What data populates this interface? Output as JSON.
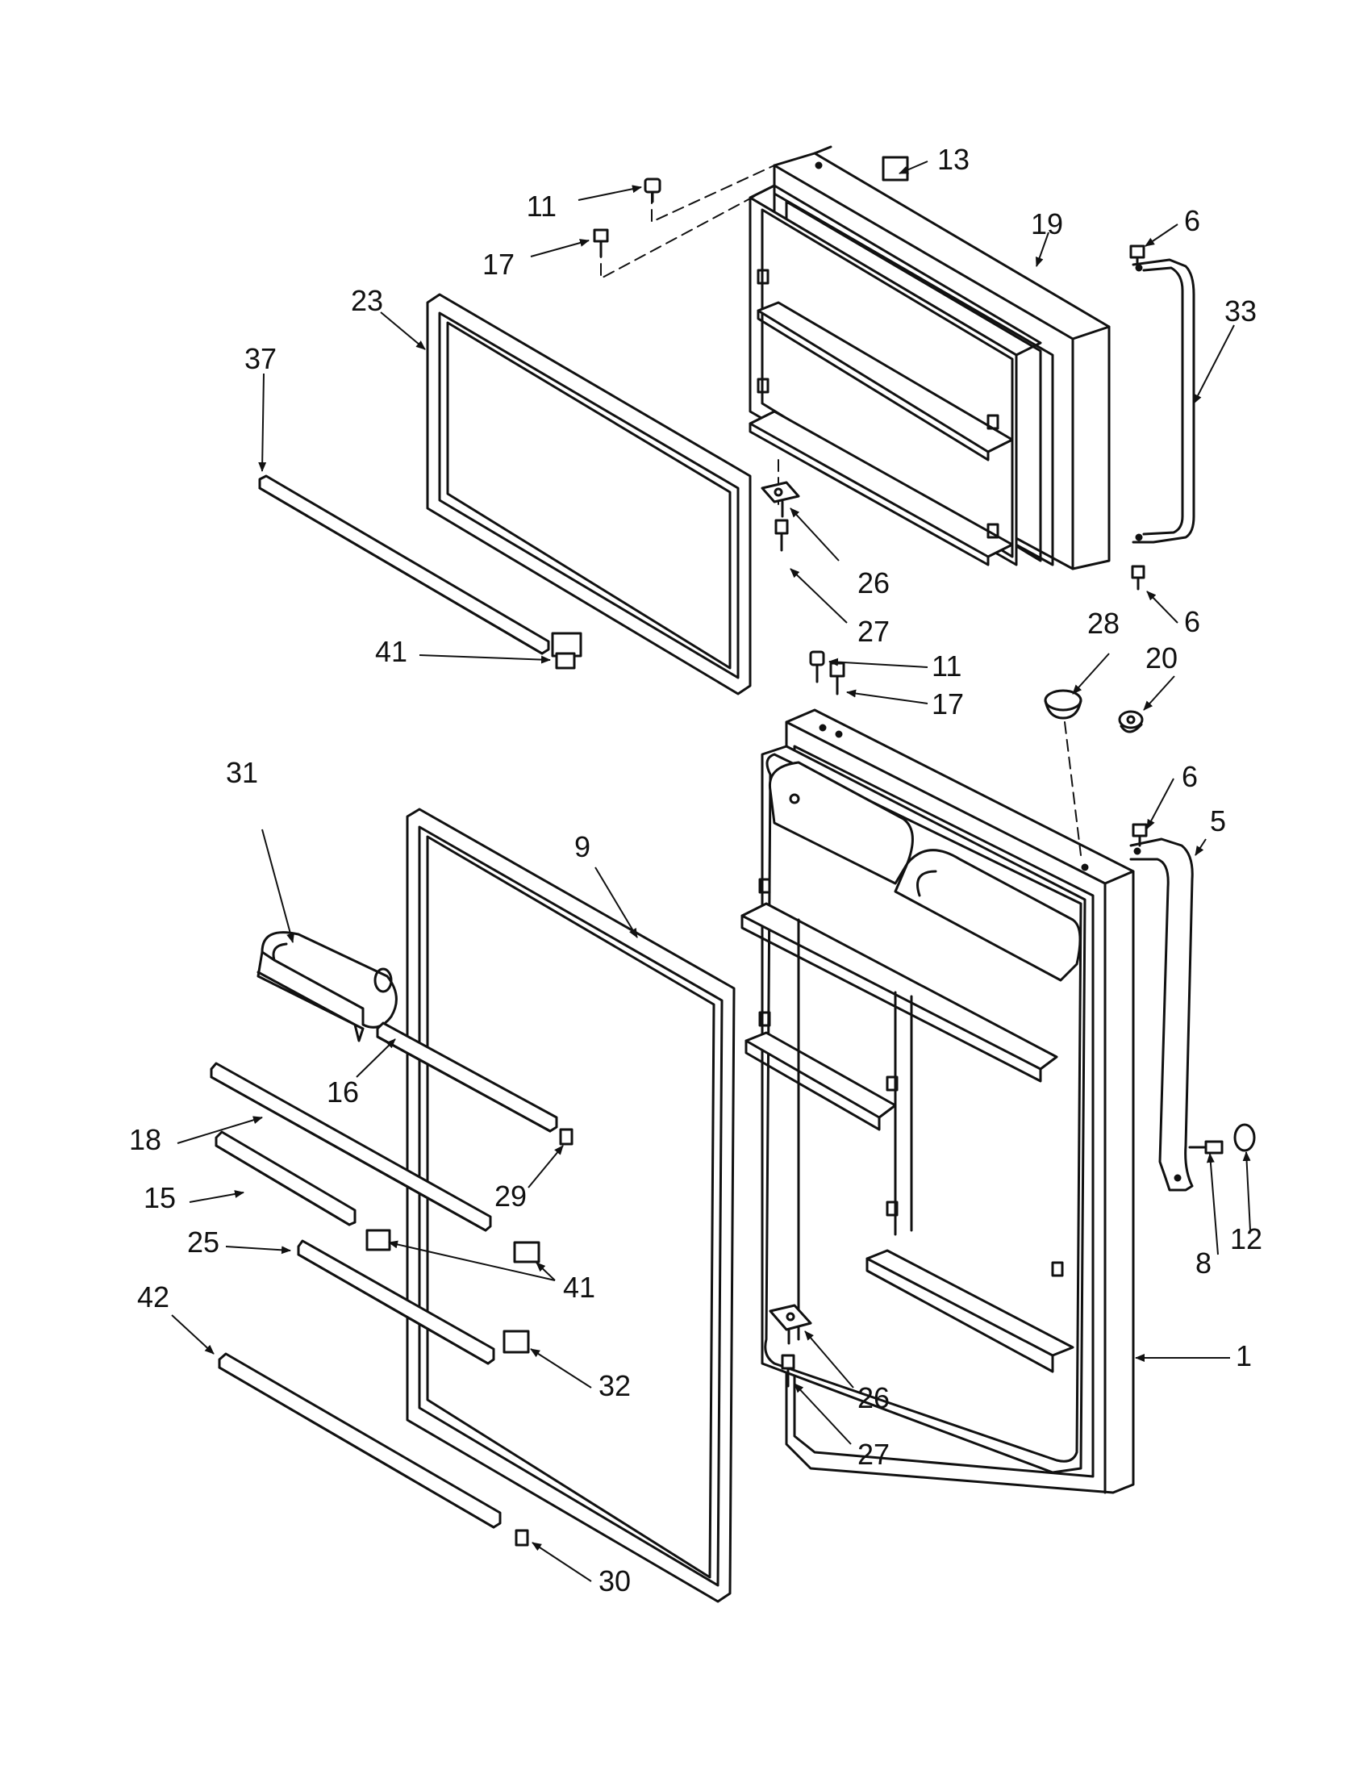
{
  "diagram": {
    "type": "exploded-parts-view",
    "subject": "refrigerator doors",
    "callouts": [
      {
        "key": "c13a",
        "label": "13"
      },
      {
        "key": "c11a",
        "label": "11"
      },
      {
        "key": "c17a",
        "label": "17"
      },
      {
        "key": "c19",
        "label": "19"
      },
      {
        "key": "c6a",
        "label": "6"
      },
      {
        "key": "c23",
        "label": "23"
      },
      {
        "key": "c33",
        "label": "33"
      },
      {
        "key": "c37",
        "label": "37"
      },
      {
        "key": "c26a",
        "label": "26"
      },
      {
        "key": "c27a",
        "label": "27"
      },
      {
        "key": "c6b",
        "label": "6"
      },
      {
        "key": "c41a",
        "label": "41"
      },
      {
        "key": "c28",
        "label": "28"
      },
      {
        "key": "c20",
        "label": "20"
      },
      {
        "key": "c11b",
        "label": "11"
      },
      {
        "key": "c17b",
        "label": "17"
      },
      {
        "key": "c31",
        "label": "31"
      },
      {
        "key": "c6c",
        "label": "6"
      },
      {
        "key": "c5",
        "label": "5"
      },
      {
        "key": "c9",
        "label": "9"
      },
      {
        "key": "c16",
        "label": "16"
      },
      {
        "key": "c18",
        "label": "18"
      },
      {
        "key": "c29",
        "label": "29"
      },
      {
        "key": "c15",
        "label": "15"
      },
      {
        "key": "c25",
        "label": "25"
      },
      {
        "key": "c41b",
        "label": "41"
      },
      {
        "key": "c8",
        "label": "8"
      },
      {
        "key": "c12",
        "label": "12"
      },
      {
        "key": "c42",
        "label": "42"
      },
      {
        "key": "c32",
        "label": "32"
      },
      {
        "key": "c1",
        "label": "1"
      },
      {
        "key": "c26b",
        "label": "26"
      },
      {
        "key": "c27b",
        "label": "27"
      },
      {
        "key": "c30",
        "label": "30"
      }
    ]
  }
}
